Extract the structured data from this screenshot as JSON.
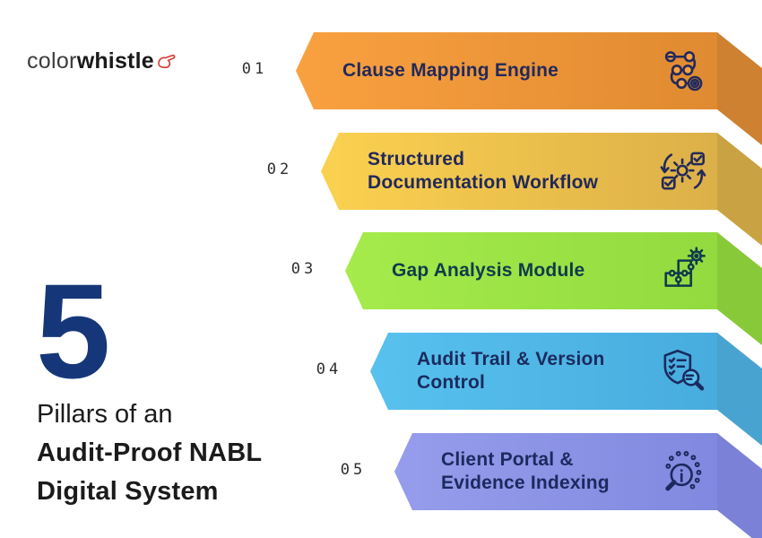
{
  "background": "#FFFFFF",
  "brand": {
    "logo_light": "color",
    "logo_bold": "whistle",
    "logo_accent": "#D8372F"
  },
  "headline": {
    "big_number": "5",
    "big_number_color": "#15377A",
    "line1": "Pillars of an",
    "line2": "Audit-Proof NABL",
    "line3": "Digital System"
  },
  "pillars": [
    {
      "number": "01",
      "lines": [
        "Clause Mapping Engine",
        ""
      ],
      "icon": "process-flow-icon",
      "gradient_start": "#F9A140",
      "gradient_end": "#E08A31",
      "fold_color": "#CE8130",
      "text_color": "#22295B"
    },
    {
      "number": "02",
      "lines": [
        "Structured",
        "Documentation Workflow"
      ],
      "icon": "gear-sync-icon",
      "gradient_start": "#FBD150",
      "gradient_end": "#DCB048",
      "fold_color": "#C9A343",
      "text_color": "#22295B"
    },
    {
      "number": "03",
      "lines": [
        "Gap Analysis Module",
        ""
      ],
      "icon": "puzzle-gear-icon",
      "gradient_start": "#A5EB4B",
      "gradient_end": "#93DA3F",
      "fold_color": "#88C93A",
      "text_color": "#0F3B4C"
    },
    {
      "number": "04",
      "lines": [
        "Audit Trail & Version",
        "Control"
      ],
      "icon": "shield-magnifier-icon",
      "gradient_start": "#58C1EE",
      "gradient_end": "#47ACDE",
      "fold_color": "#49A3D0",
      "text_color": "#1B2A5E"
    },
    {
      "number": "05",
      "lines": [
        "Client Portal &",
        "Evidence Indexing"
      ],
      "icon": "search-insight-icon",
      "gradient_start": "#969DEC",
      "gradient_end": "#8089DF",
      "fold_color": "#7A81D7",
      "text_color": "#1B2A5E"
    }
  ]
}
